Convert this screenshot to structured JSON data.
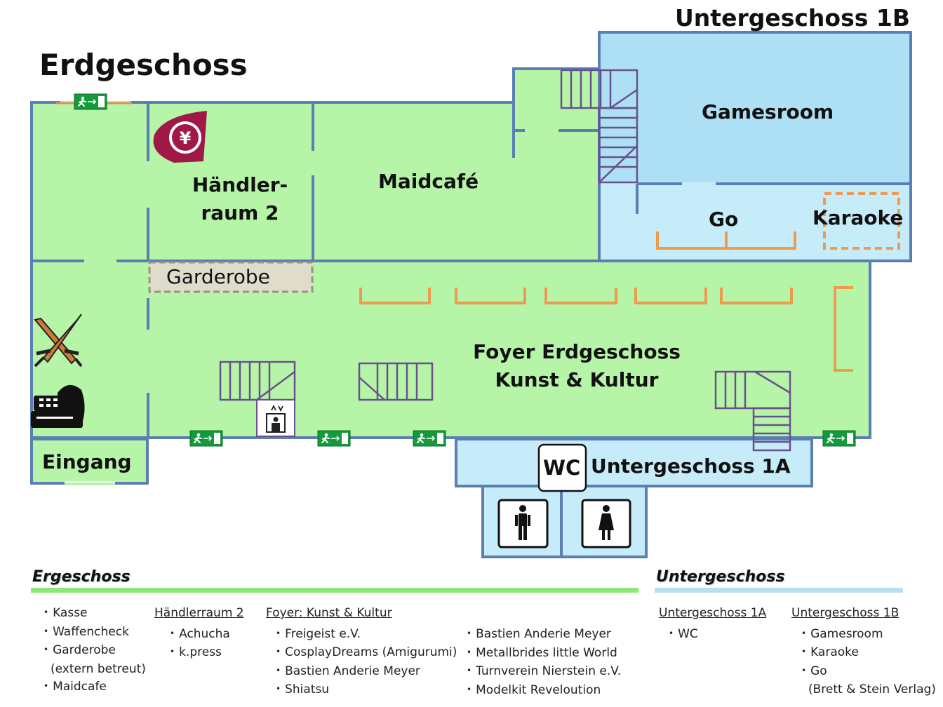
{
  "titles": {
    "ground_floor": "Erdgeschoss",
    "basement_1b": "Untergeschoss 1B"
  },
  "rooms": {
    "haendlerraum_line1": "Händler-",
    "haendlerraum_line2": "raum 2",
    "maidcafe": "Maidcafé",
    "gamesroom": "Gamesroom",
    "go": "Go",
    "karaoke": "Karaoke",
    "garderobe": "Garderobe",
    "foyer_line1": "Foyer Erdgeschoss",
    "foyer_line2": "Kunst & Kultur",
    "eingang": "Eingang",
    "wc": "WC",
    "basement_1a": "Untergeschoss 1A"
  },
  "colors": {
    "ground_floor_fill": "#b6f5a8",
    "basement_fill": "#c6ecfa",
    "wall": "#5b7fb3",
    "stairs": "#6a4f8e",
    "tables": "#ee9a4f",
    "garderobe_fill": "#e0dccc",
    "exit_sign": "#139a3c",
    "yen_badge": "#a01848"
  },
  "icons": [
    "exit-sign-icon",
    "yen-icon",
    "crossed-swords-icon",
    "cash-register-icon",
    "elevator-icon",
    "male-toilet-icon",
    "female-toilet-icon",
    "wc-icon"
  ],
  "legend": {
    "ground_heading": "Ergeschoss",
    "basement_heading": "Untergeschoss",
    "col_general": {
      "items": [
        "Kasse",
        "Waffencheck",
        "Garderobe"
      ],
      "garderobe_note": "(extern betreut)",
      "last_item": "Maidcafe"
    },
    "col_haendler": {
      "heading": "Händlerraum 2",
      "items": [
        "Achucha",
        "k.press"
      ]
    },
    "col_foyer": {
      "heading": "Foyer: Kunst & Kultur",
      "items": [
        "Freigeist e.V.",
        "CosplayDreams (Amigurumi)",
        "Bastien Anderie Meyer",
        "Shiatsu"
      ]
    },
    "col_foyer2": {
      "items": [
        "Bastien Anderie Meyer",
        "Metallbrides little World",
        "Turnverein Nierstein e.V.",
        "Modelkit Reveloution"
      ]
    },
    "col_ug1a": {
      "heading": "Untergeschoss 1A",
      "items": [
        "WC"
      ]
    },
    "col_ug1b": {
      "heading": "Untergeschoss 1B",
      "items": [
        "Gamesroom",
        "Karaoke",
        "Go"
      ],
      "go_note": "(Brett & Stein Verlag)"
    }
  }
}
